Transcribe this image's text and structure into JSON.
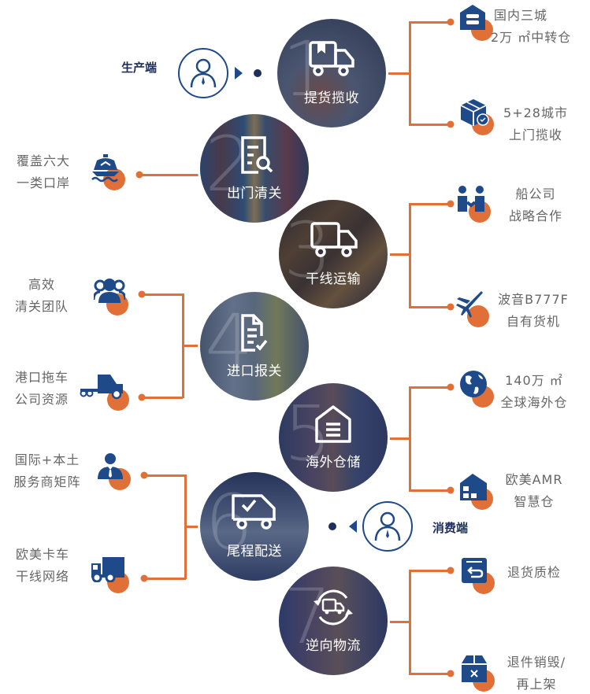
{
  "colors": {
    "navy": "#1f4a8a",
    "dark_navy": "#1d2f5a",
    "orange": "#e07038",
    "text_gray": "#666666"
  },
  "actors": {
    "producer": {
      "label": "生产端",
      "icon": "user-icon"
    },
    "consumer": {
      "label": "消费端",
      "icon": "user-icon"
    }
  },
  "steps": [
    {
      "num": "1",
      "label": "提货揽收",
      "icon": "truck-bookmark-icon"
    },
    {
      "num": "2",
      "label": "出门清关",
      "icon": "document-search-icon"
    },
    {
      "num": "3",
      "label": "干线运输",
      "icon": "truck-icon"
    },
    {
      "num": "4",
      "label": "进口报关",
      "icon": "document-check-icon"
    },
    {
      "num": "5",
      "label": "海外仓储",
      "icon": "warehouse-icon"
    },
    {
      "num": "6",
      "label": "尾程配送",
      "icon": "truck-check-icon"
    },
    {
      "num": "7",
      "label": "逆向物流",
      "icon": "truck-cycle-icon"
    }
  ],
  "features": {
    "s1a": {
      "line1": "国内三城",
      "line2": "2万 ㎡中转仓",
      "icon": "warehouse-icon"
    },
    "s1b": {
      "line1": "5+28城市",
      "line2": "上门揽收",
      "icon": "package-check-icon"
    },
    "s2a": {
      "line1": "覆盖六大",
      "line2": "一类口岸",
      "icon": "ship-icon"
    },
    "s3a": {
      "line1": "船公司",
      "line2": "战略合作",
      "icon": "handshake-icon"
    },
    "s3b": {
      "line1": "波音B777F",
      "line2": "自有货机",
      "icon": "airplane-icon"
    },
    "s4a": {
      "line1": "高效",
      "line2": "清关团队",
      "icon": "team-icon"
    },
    "s4b": {
      "line1": "港口拖车",
      "line2": "公司资源",
      "icon": "tractor-truck-icon"
    },
    "s5a": {
      "line1": "140万 ㎡",
      "line2": "全球海外仓",
      "icon": "globe-icon"
    },
    "s5b": {
      "line1": "欧美AMR",
      "line2": "智慧仓",
      "icon": "smart-warehouse-icon"
    },
    "s6a": {
      "line1": "国际+本土",
      "line2": "服务商矩阵",
      "icon": "businessman-icon"
    },
    "s6b": {
      "line1": "欧美卡车",
      "line2": "干线网络",
      "icon": "lorry-icon"
    },
    "s7a": {
      "line1": "退货质检",
      "line2": "",
      "icon": "return-box-icon"
    },
    "s7b": {
      "line1": "退件销毁/",
      "line2": "再上架",
      "icon": "box-x-icon"
    }
  }
}
